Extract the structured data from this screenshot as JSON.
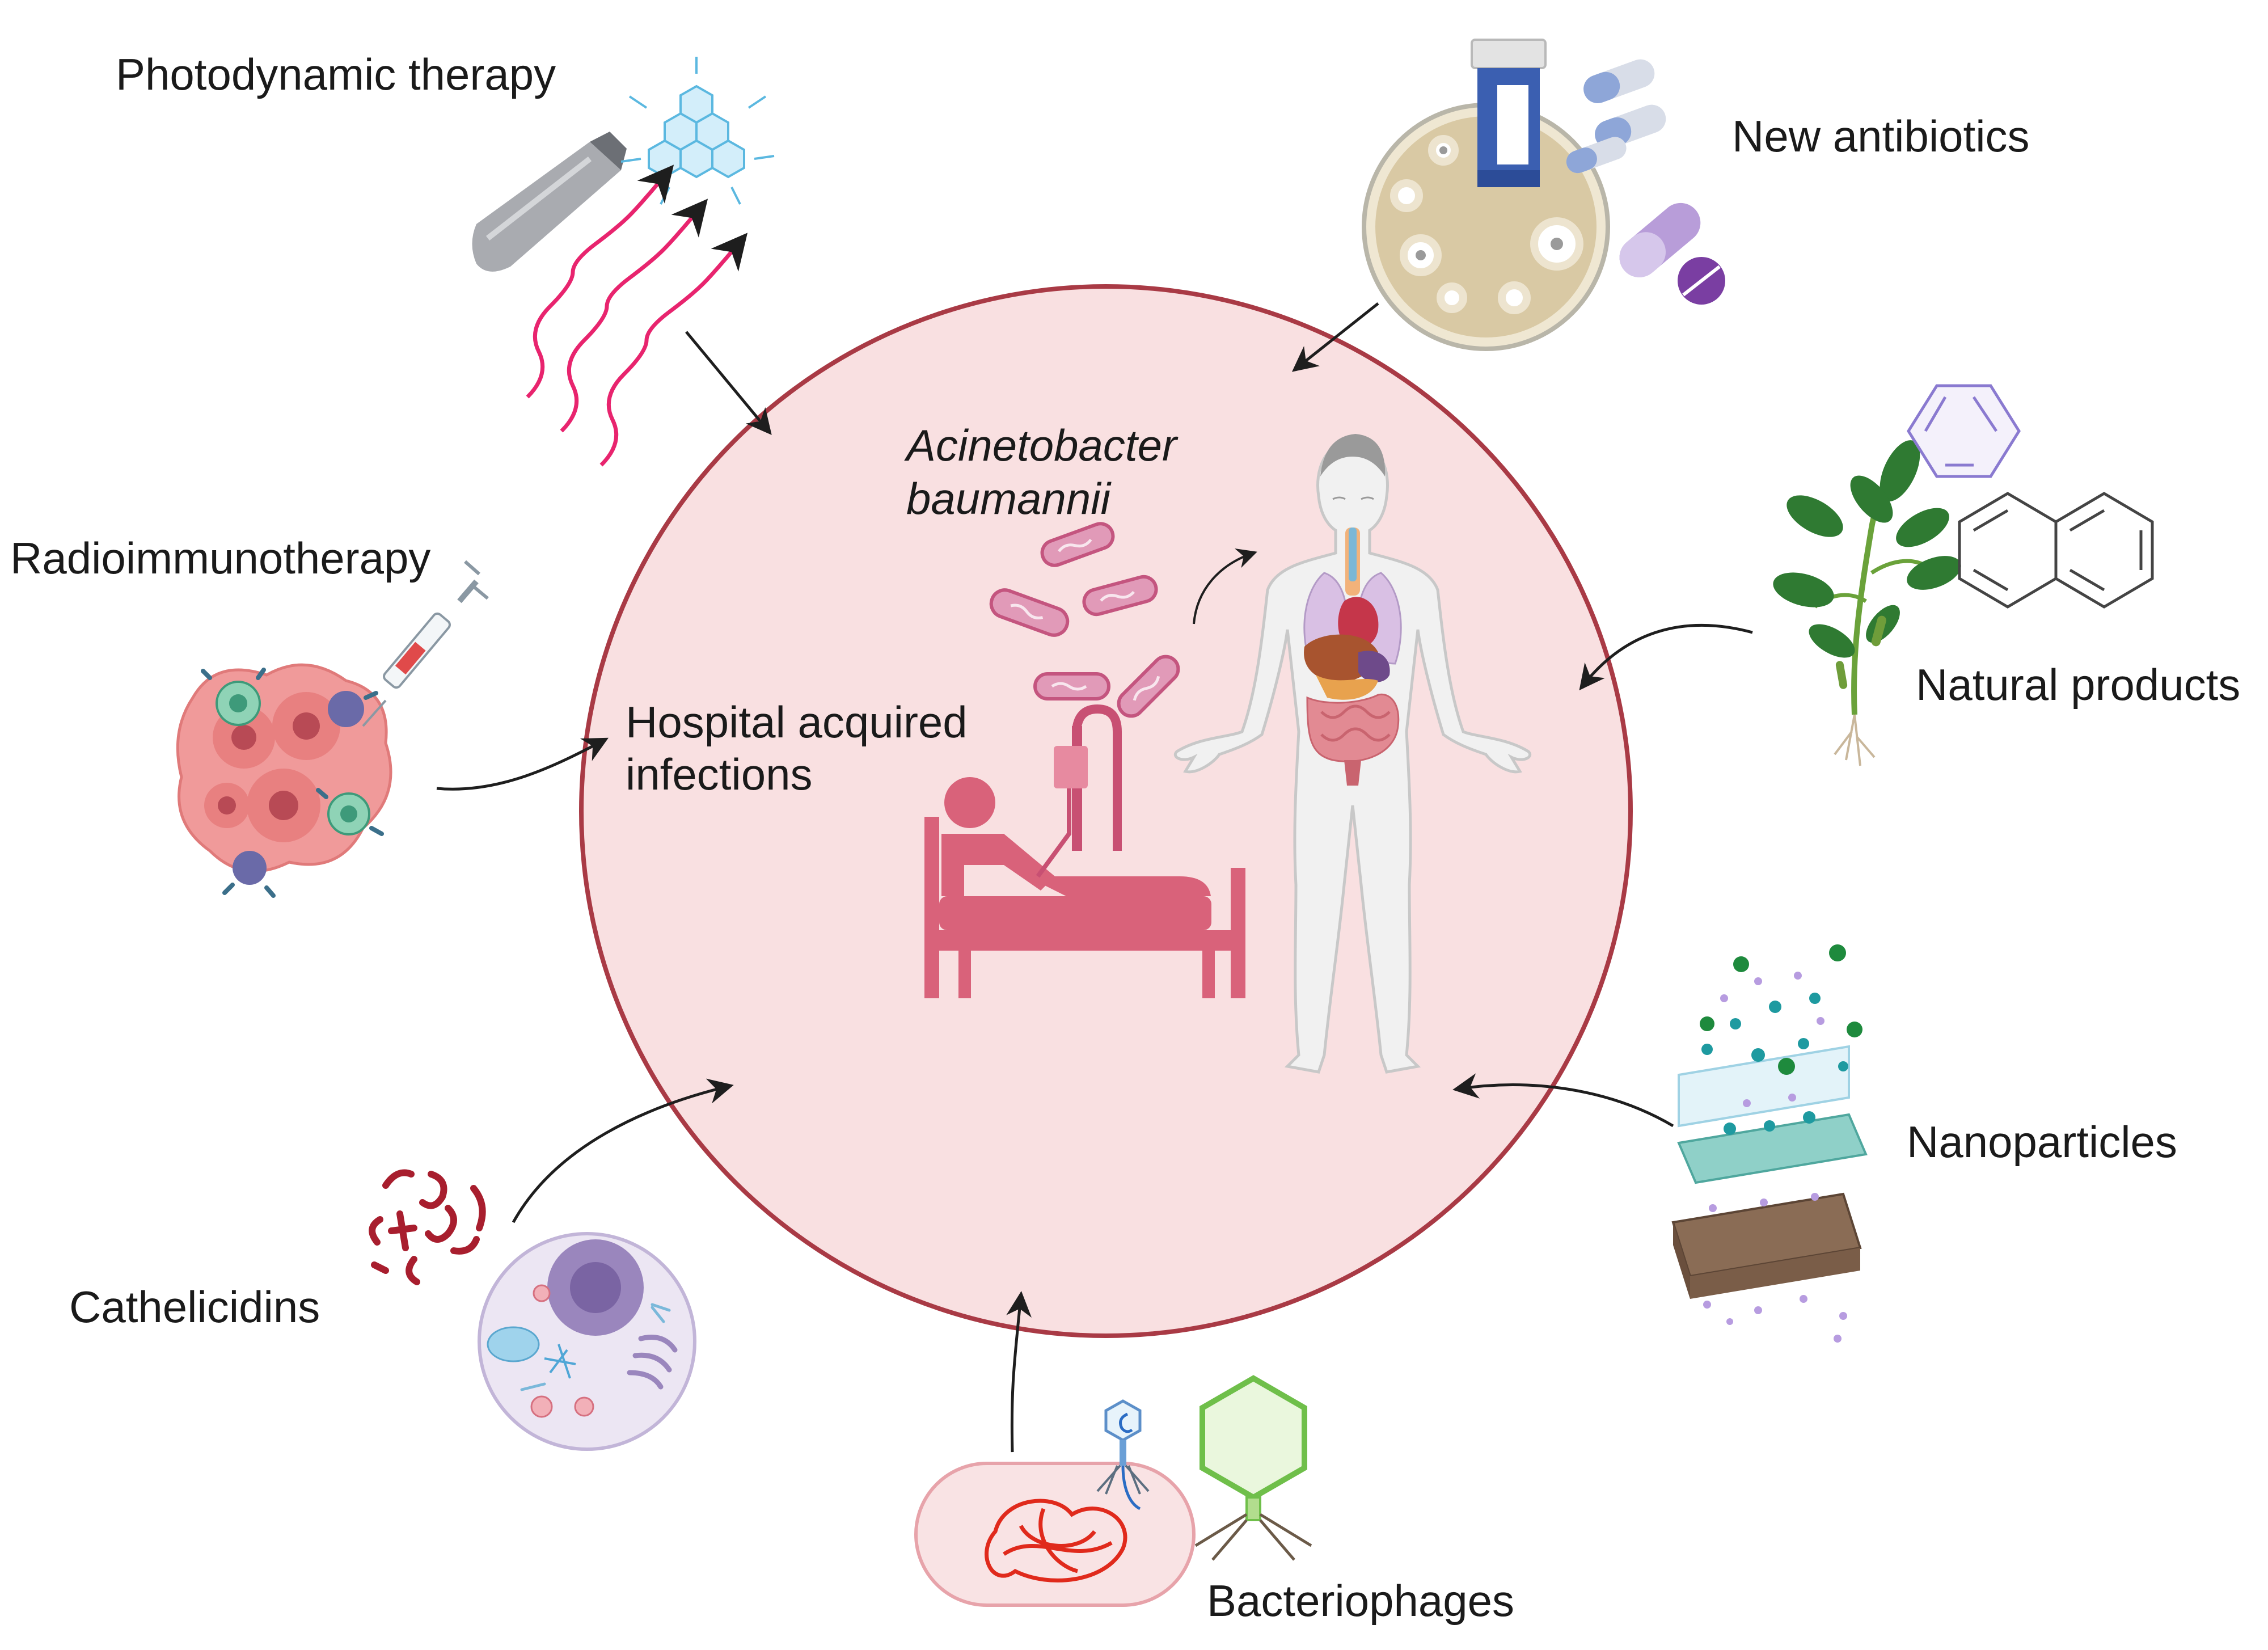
{
  "diagram": {
    "center": {
      "organism_line1": "Acinetobacter",
      "organism_line2": "baumannii",
      "infection_line1": "Hospital acquired",
      "infection_line2": "infections"
    },
    "therapies": {
      "photodynamic": "Photodynamic therapy",
      "radioimmuno": "Radioimmunotherapy",
      "cathelicidins": "Cathelicidins",
      "bacteriophages": "Bacteriophages",
      "nanoparticles": "Nanoparticles",
      "natural_products": "Natural products",
      "new_antibiotics": "New antibiotics"
    },
    "colors": {
      "circle_fill": "#f9e0e1",
      "circle_stroke": "#a93a45",
      "arrow": "#1e1e1e",
      "bacteria": "#d97aa3",
      "hospital_bed": "#d9627a",
      "light_waves": "#e8246e",
      "phage_dna": "#e02a1c"
    },
    "icons": [
      "hospital-bed-icon",
      "human-body-icon",
      "bacteria-icon",
      "laser-pen-icon",
      "graphene-icon",
      "light-wave-icon",
      "tumor-cells-icon",
      "syringe-icon",
      "peptide-icon",
      "eukaryotic-cell-icon",
      "bacterium-icon",
      "phage-icon",
      "nanoparticle-layers-icon",
      "plant-icon",
      "benzene-icon",
      "petri-dish-icon",
      "pill-bottle-icon",
      "capsule-icon"
    ]
  }
}
